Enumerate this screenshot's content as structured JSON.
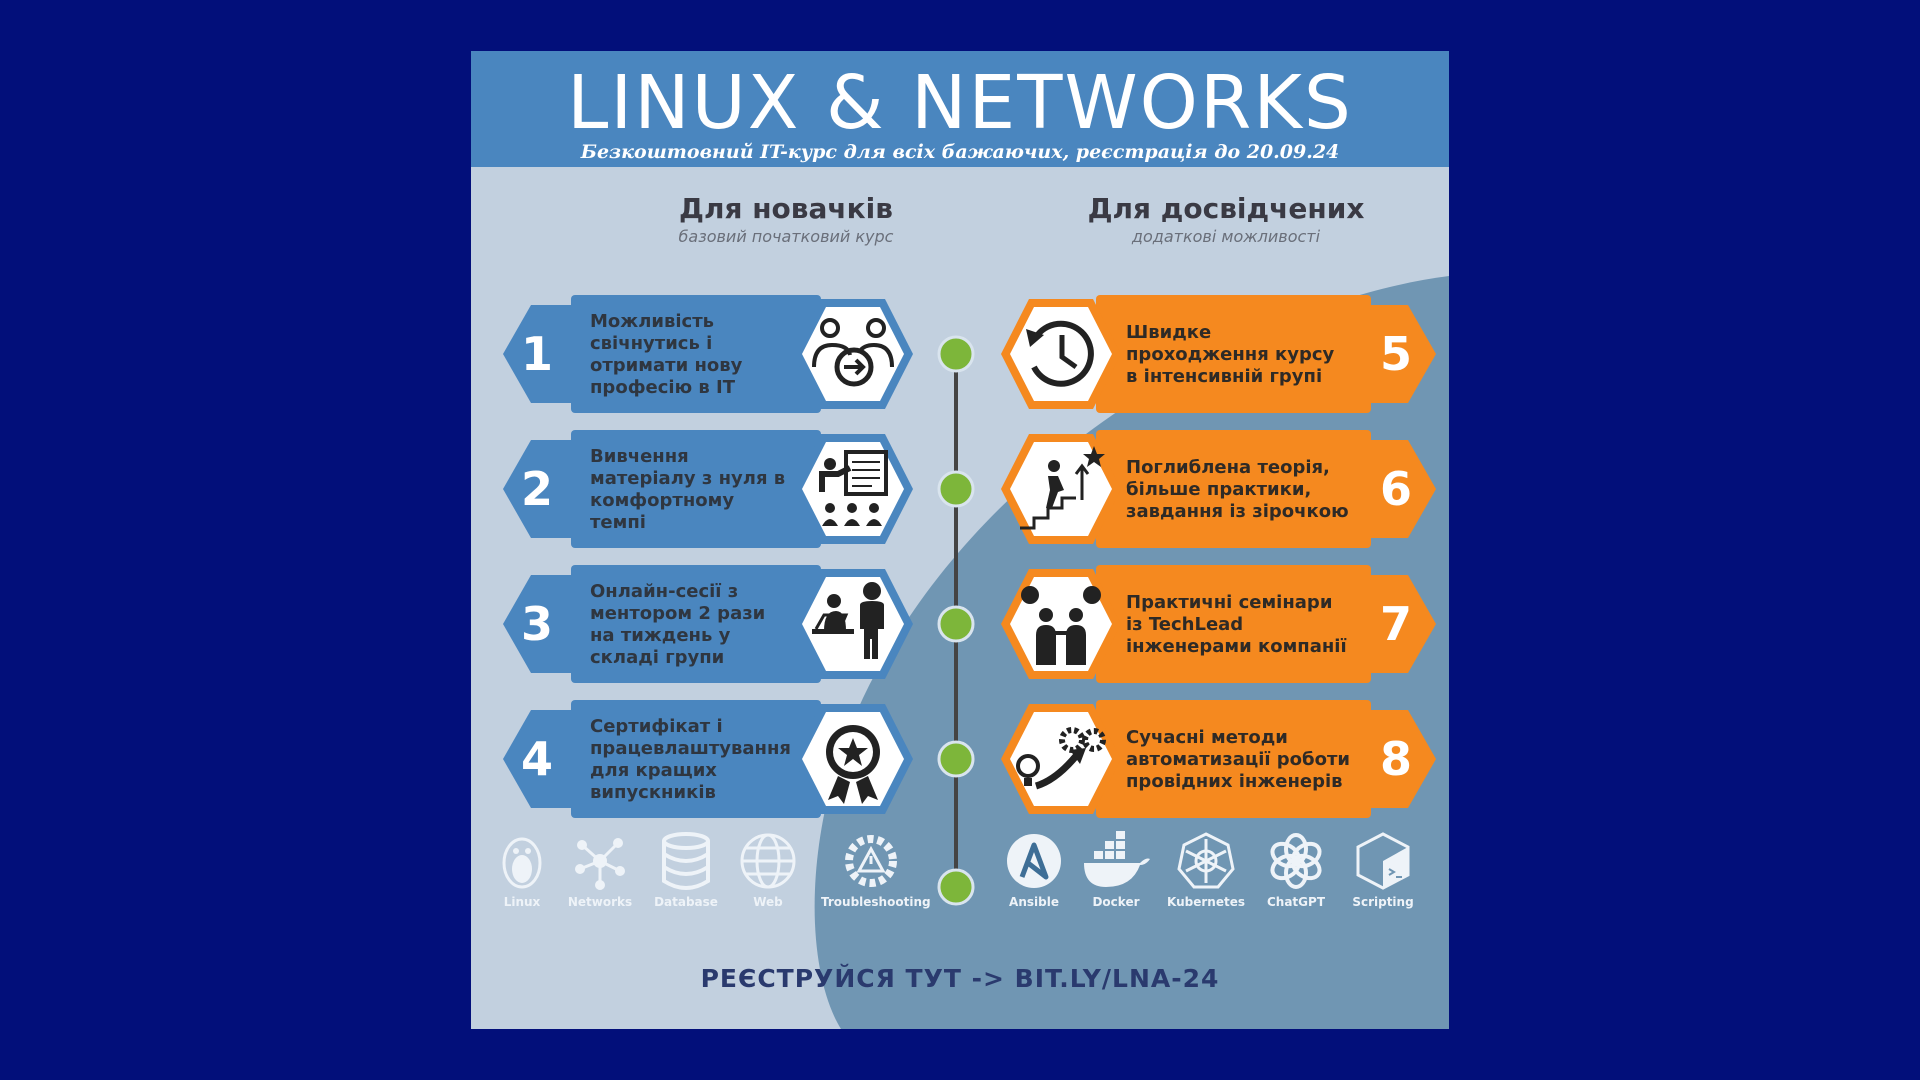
{
  "poster": {
    "title": "LINUX & NETWORKS",
    "subtitle": "Безкоштовний IT-курс для всіх бажаючих, реєстрація до 20.09.24",
    "left_column": {
      "heading": "Для новачків",
      "subheading": "базовий початковий курс"
    },
    "right_column": {
      "heading": "Для досвідчених",
      "subheading": "додаткові можливості"
    },
    "left_items": [
      {
        "number": "1",
        "text": "Можливість свічнутись і отримати нову професію в IT",
        "icon": "people-switch-icon"
      },
      {
        "number": "2",
        "text": "Вивчення матеріалу з нуля в комфортному темпі",
        "icon": "presentation-icon"
      },
      {
        "number": "3",
        "text": "Онлайн-сесії з ментором 2 рази на тиждень у складі групи",
        "icon": "mentor-session-icon"
      },
      {
        "number": "4",
        "text": "Сертифікат і працевлаштування для кращих випускників",
        "icon": "award-badge-icon"
      }
    ],
    "right_items": [
      {
        "number": "5",
        "text": "Швидке проходження курсу в інтенсивній групі",
        "icon": "history-clock-icon"
      },
      {
        "number": "6",
        "text": "Поглиблена теорія, більше практики, завдання із зірочкою",
        "icon": "stairs-star-icon"
      },
      {
        "number": "7",
        "text": "Практичні семінари із TechLead інженерами компанії",
        "icon": "discussion-icon"
      },
      {
        "number": "8",
        "text": "Сучасні методи автоматизації роботи провідних інженерів",
        "icon": "gears-automation-icon"
      }
    ],
    "left_tools": [
      {
        "label": "Linux",
        "icon": "penguin-icon"
      },
      {
        "label": "Networks",
        "icon": "network-icon"
      },
      {
        "label": "Database",
        "icon": "database-icon"
      },
      {
        "label": "Web",
        "icon": "globe-icon"
      },
      {
        "label": "Troubleshooting",
        "icon": "warning-gear-icon"
      }
    ],
    "right_tools": [
      {
        "label": "Ansible",
        "icon": "ansible-icon"
      },
      {
        "label": "Docker",
        "icon": "docker-icon"
      },
      {
        "label": "Kubernetes",
        "icon": "kubernetes-icon"
      },
      {
        "label": "ChatGPT",
        "icon": "chatgpt-icon"
      },
      {
        "label": "Scripting",
        "icon": "terminal-cube-icon"
      }
    ],
    "cta": "РЕЄСТРУЙСЯ ТУТ -> BIT.LY/LNA-24"
  },
  "colors": {
    "page_background": "#020f7a",
    "header_blue": "#4a86bf",
    "card_blue": "#4a86bf",
    "card_orange": "#f5891f",
    "timeline_green": "#7db63a",
    "poster_light": "#c2d0df",
    "poster_dark": "#7096b3"
  }
}
